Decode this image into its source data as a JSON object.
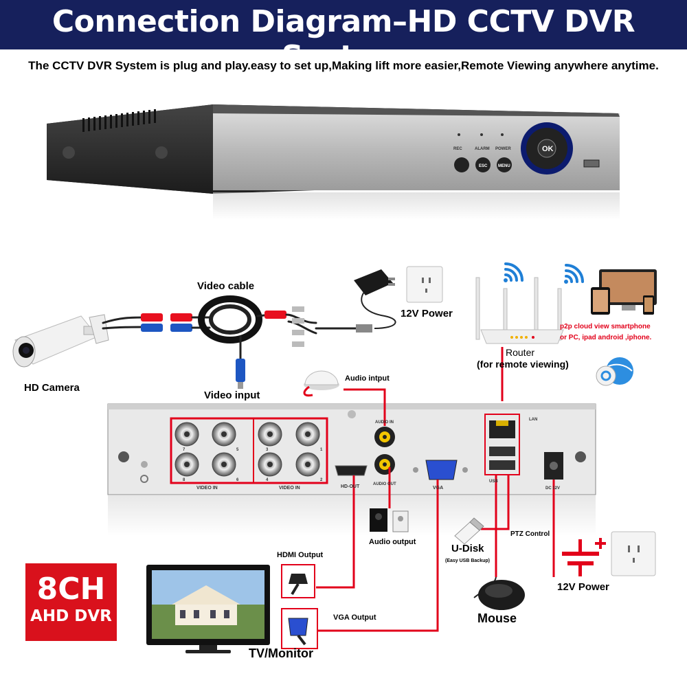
{
  "header": {
    "title": "Connection Diagram–HD CCTV DVR System",
    "subtitle": "The CCTV DVR System is plug and play.easy to set up,Making lift more easier,Remote Viewing anywhere anytime."
  },
  "front_panel": {
    "rec": "REC",
    "alarm": "ALARM",
    "power": "POWER",
    "esc": "ESC",
    "menu": "MENU",
    "ok": "OK"
  },
  "labels": {
    "video_cable": "Video cable",
    "power_top": "12V Power",
    "hd_camera": "HD Camera",
    "video_input": "Video input",
    "audio_input": "Audio intput",
    "router": "Router",
    "router_sub": "(for remote viewing)",
    "p2p_line1": "p2p cloud  view smartphone",
    "p2p_line2": "or PC, ipad android ,iphone.",
    "audio_output": "Audio output",
    "hdmi_output": "HDMI Output",
    "vga_output": "VGA Output",
    "tv_monitor": "TV/Monitor",
    "udisk": "U-Disk",
    "udisk_sub": "(Easy USB Backup)",
    "ptz": "PTZ Control",
    "mouse": "Mouse",
    "power_bottom": "12V Power"
  },
  "back_panel": {
    "video_in_left": "VIDEO IN",
    "video_in_right": "VIDEO IN",
    "hd_out": "HD-OUT",
    "audio_in": "AUDIO IN",
    "audio_out": "AUDIO OUT",
    "vga": "VGA",
    "lan": "LAN",
    "usb": "USB",
    "dc12v": "DC 12V",
    "channel_numbers": [
      "7",
      "5",
      "8",
      "6",
      "3",
      "1",
      "4",
      "2"
    ]
  },
  "badge": {
    "line1": "8CH",
    "line2": "AHD DVR"
  },
  "colors": {
    "banner": "#16205c",
    "accent_red": "#e2001a",
    "panel_dark": "#2b2b2b"
  }
}
